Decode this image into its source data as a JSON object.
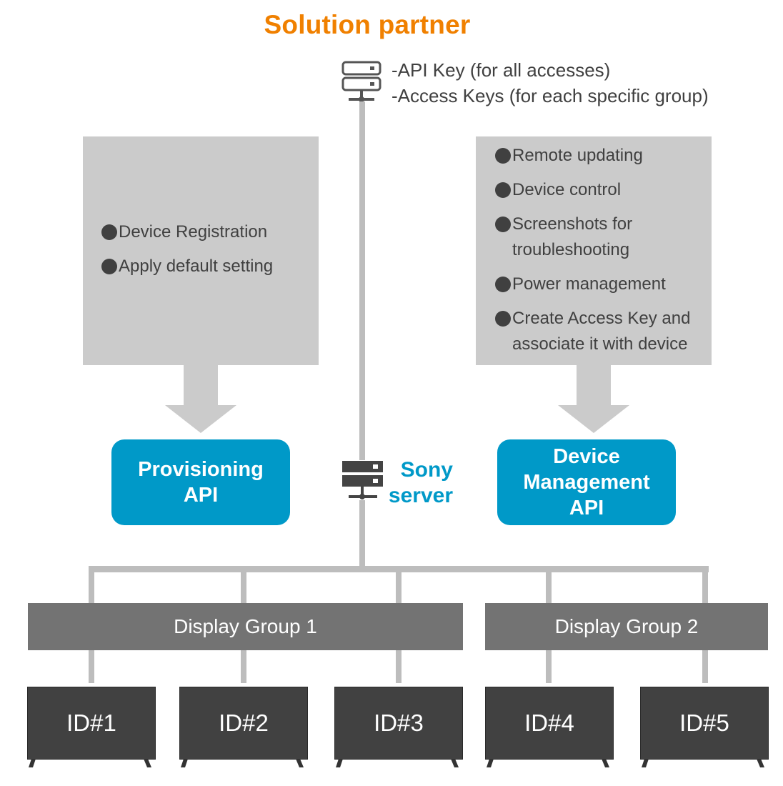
{
  "title": "Solution partner",
  "partner_keys": [
    "-API Key (for all accesses)",
    "-Access Keys (for each specific group)"
  ],
  "provisioning": {
    "features": [
      "Device Registration",
      "Apply default setting"
    ],
    "api_label_line1": "Provisioning",
    "api_label_line2": "API"
  },
  "device_management": {
    "features": [
      [
        "Remote updating"
      ],
      [
        "Device control"
      ],
      [
        "Screenshots for",
        "troubleshooting"
      ],
      [
        "Power management"
      ],
      [
        "Create Access Key and",
        "associate it with device"
      ]
    ],
    "api_label_line1": "Device",
    "api_label_line2": "Management",
    "api_label_line3": "API"
  },
  "sony_server": {
    "line1": "Sony",
    "line2": "server"
  },
  "groups": [
    {
      "label": "Display Group 1",
      "devices": [
        "ID#1",
        "ID#2",
        "ID#3"
      ]
    },
    {
      "label": "Display Group 2",
      "devices": [
        "ID#4",
        "ID#5"
      ]
    }
  ],
  "colors": {
    "title": "#f08000",
    "api_box": "#0099c8",
    "feature_box": "#cbcbcb",
    "group_bar": "#737373",
    "display": "#414141",
    "connector": "#bdbdbd"
  }
}
